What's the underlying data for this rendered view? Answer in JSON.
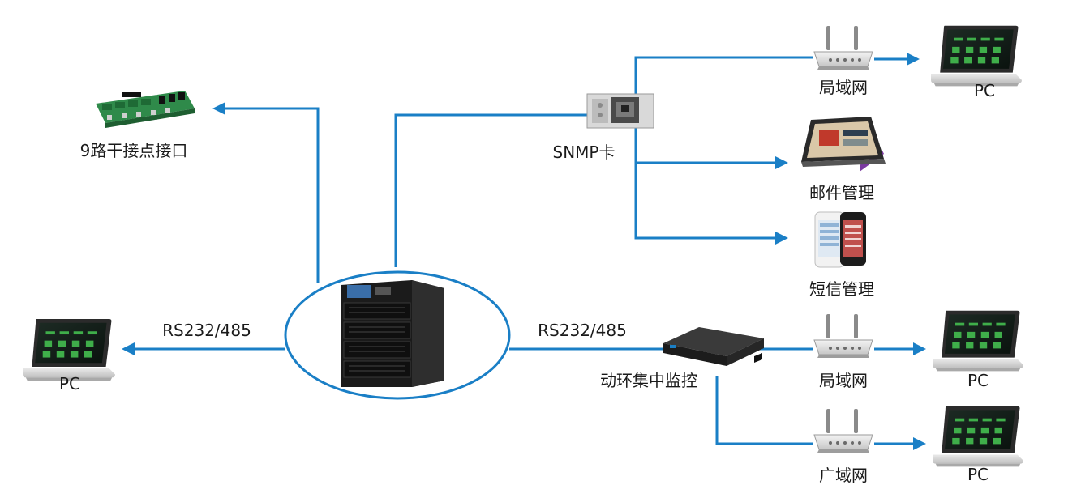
{
  "labels": {
    "dry_contact": "9路干接点接口",
    "snmp": "SNMP卡",
    "lan_top": "局域网",
    "pc_top": "PC",
    "email": "邮件管理",
    "sms": "短信管理",
    "rs_left": "RS232/485",
    "pc_left": "PC",
    "rs_right": "RS232/485",
    "monitor": "动环集中监控",
    "lan_mid": "局域网",
    "pc_mid": "PC",
    "wan": "广域网",
    "pc_bottom": "PC"
  },
  "colors": {
    "wire": "#1a7fc6",
    "ellipse": "#1a7fc6",
    "tablet_stand": "#7b3aa0"
  },
  "icons": [
    "circuit-board-icon",
    "ups-cabinet-icon",
    "snmp-card-icon",
    "router-icon",
    "laptop-icon",
    "tablet-icon",
    "smartphone-icon",
    "monitoring-unit-icon"
  ]
}
